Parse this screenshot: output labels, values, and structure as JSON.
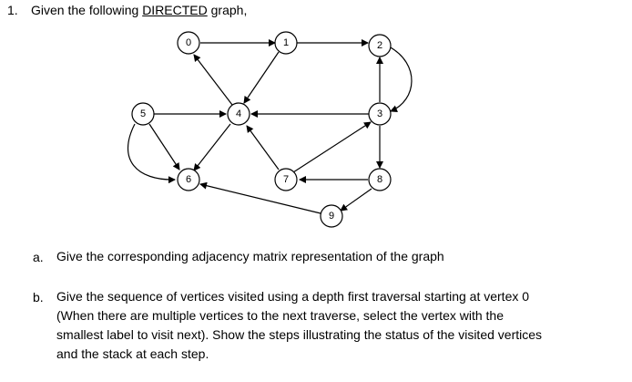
{
  "question": {
    "number": "1.",
    "intro_prefix": "Given the following ",
    "intro_underlined": "DIRECTED",
    "intro_suffix": " graph,"
  },
  "graph": {
    "nodes": [
      "0",
      "1",
      "2",
      "3",
      "4",
      "5",
      "6",
      "7",
      "8",
      "9"
    ],
    "edges": [
      [
        "0",
        "1"
      ],
      [
        "1",
        "2"
      ],
      [
        "3",
        "2"
      ],
      [
        "2",
        "3"
      ],
      [
        "3",
        "4"
      ],
      [
        "1",
        "4"
      ],
      [
        "4",
        "0"
      ],
      [
        "5",
        "4"
      ],
      [
        "5",
        "6"
      ],
      [
        "4",
        "6"
      ],
      [
        "7",
        "4"
      ],
      [
        "7",
        "3"
      ],
      [
        "3",
        "8"
      ],
      [
        "8",
        "7"
      ],
      [
        "8",
        "9"
      ],
      [
        "9",
        "6"
      ]
    ]
  },
  "parts": [
    {
      "label": "a.",
      "text": "Give the corresponding adjacency matrix representation of the graph"
    },
    {
      "label": "b.",
      "lines": [
        "Give the sequence of vertices visited using a depth first traversal starting at vertex 0",
        "(When there are multiple vertices to the next traverse, select the vertex with the",
        "smallest label to visit next). Show the steps illustrating the status of the visited vertices",
        "and the stack at each step."
      ]
    }
  ]
}
